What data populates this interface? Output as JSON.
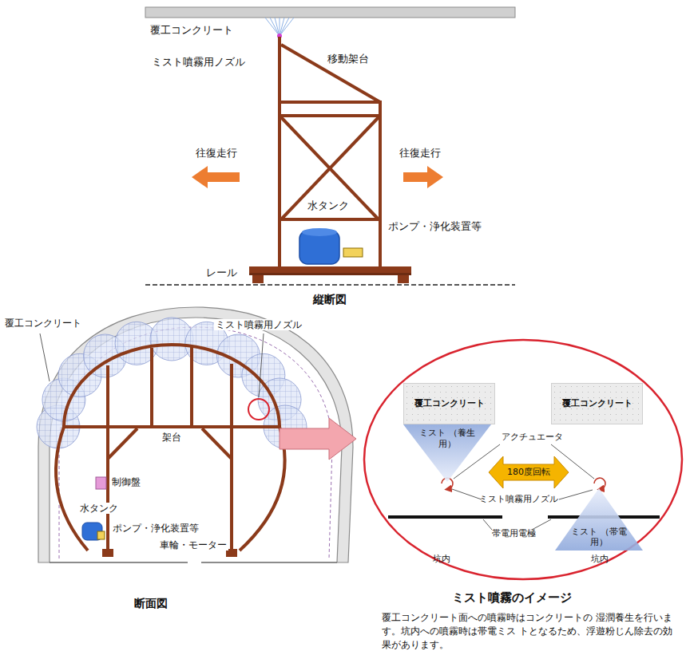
{
  "diagram": {
    "nodes": [
      {
        "text": [
          "覆工コンクリート"
        ]
      },
      {
        "text": [
          "覆工コンクリート"
        ]
      },
      {
        "text": [
          "ミスト （養生用）"
        ]
      },
      {
        "text": [
          "180度回転"
        ]
      },
      {
        "text": [
          "ミスト （帯電用）"
        ]
      }
    ],
    "labels": [
      "覆工コンクリート",
      "ミスト噴霧用ノズル",
      "移動架台",
      "往復走行",
      "往復走行",
      "水タンク",
      "ポンプ・浄化装置等",
      "レール",
      "縦断図",
      "覆工コンクリート",
      "ミスト噴霧用ノズル",
      "架台",
      "制御盤",
      "水タンク",
      "ポンプ・浄化装置等",
      "車輪・モーター",
      "断面図",
      "アクチュエータ",
      "ミスト噴霧用ノズル",
      "帯電用電極",
      "坑内",
      "坑内",
      "ミスト噴霧のイメージ",
      "覆工コンクリート面への噴霧時はコンクリートの 湿潤養生を行います。坑内への噴霧時は帯電ミス トとなるため、浮遊粉じん除去の効果があります。"
    ]
  }
}
